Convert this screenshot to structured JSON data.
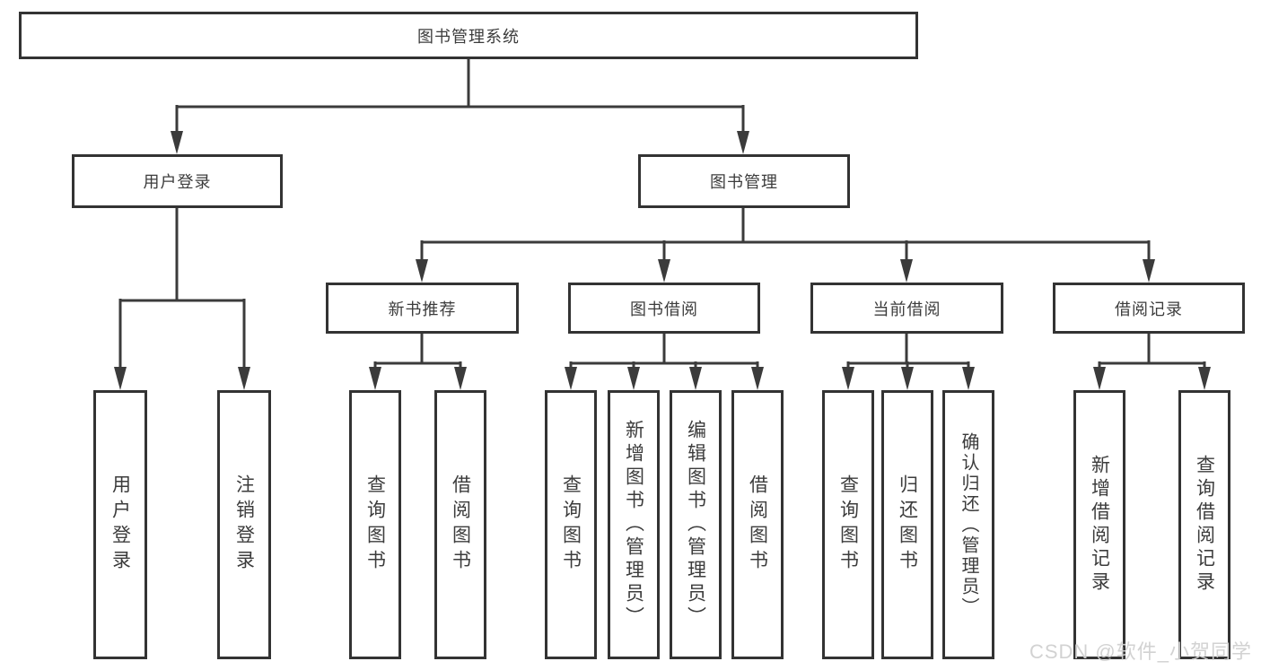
{
  "diagram": {
    "root": {
      "label": "图书管理系统"
    },
    "level2": [
      {
        "label": "用户登录"
      },
      {
        "label": "图书管理"
      }
    ],
    "level3": [
      {
        "label": "新书推荐"
      },
      {
        "label": "图书借阅"
      },
      {
        "label": "当前借阅"
      },
      {
        "label": "借阅记录"
      }
    ],
    "leaves": {
      "user_login": [
        "用户登录",
        "注销登录"
      ],
      "new_books": [
        "查询图书",
        "借阅图书"
      ],
      "book_borrow": [
        "查询图书",
        "新增图书（管理员）",
        "编辑图书（管理员）",
        "借阅图书"
      ],
      "current_borrow": [
        "查询图书",
        "归还图书",
        "确认归还（管理员）"
      ],
      "borrow_records": [
        "新增借阅记录",
        "查询借阅记录"
      ]
    }
  },
  "watermark": "CSDN @软件_小贺同学",
  "colors": {
    "line": "#3b3b3b",
    "box_border": "#333333",
    "text": "#3c3c3c",
    "watermark": "#d0d0d0"
  }
}
